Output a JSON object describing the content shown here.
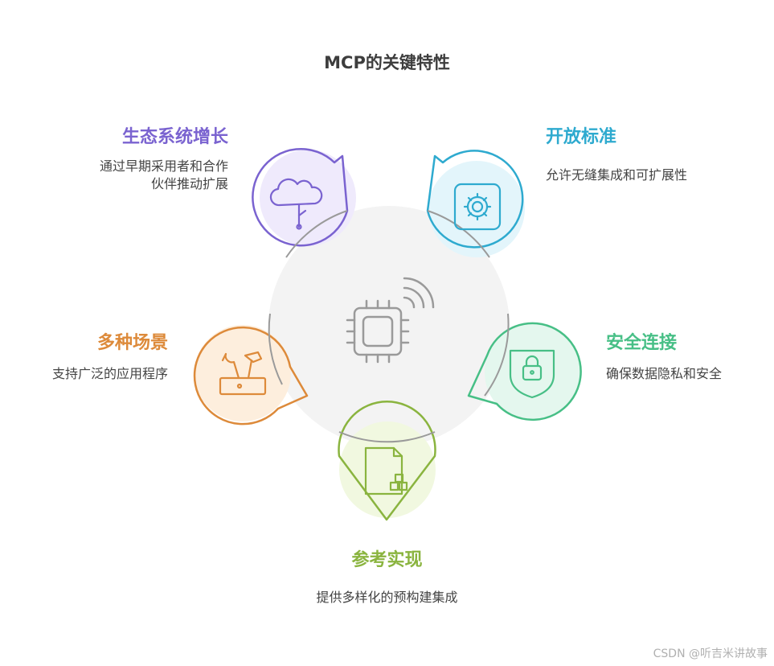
{
  "title": "MCP的关键特性",
  "features": [
    {
      "title": "生态系统增长",
      "description": [
        "通过早期采用者和合作",
        "伙伴推动扩展"
      ],
      "color": "#7a63d0",
      "fill": "#efeafc",
      "icon": "cloud-icon"
    },
    {
      "title": "开放标准",
      "description": [
        "允许无缝集成和可扩展性"
      ],
      "color": "#2eaacf",
      "fill": "#e3f5fb",
      "icon": "gear-icon"
    },
    {
      "title": "多种场景",
      "description": [
        "支持广泛的应用程序"
      ],
      "color": "#dd8a3a",
      "fill": "#fdeedd",
      "icon": "tools-icon"
    },
    {
      "title": "安全连接",
      "description": [
        "确保数据隐私和安全"
      ],
      "color": "#47bf86",
      "fill": "#e4f7ee",
      "icon": "shield-lock-icon"
    },
    {
      "title": "参考实现",
      "description": [
        "提供多样化的预构建集成"
      ],
      "color": "#8ab43f",
      "fill": "#f1f8e0",
      "icon": "document-blocks-icon"
    }
  ],
  "center_icon": "chip-signal-icon",
  "watermark": "CSDN @听吉米讲故事"
}
